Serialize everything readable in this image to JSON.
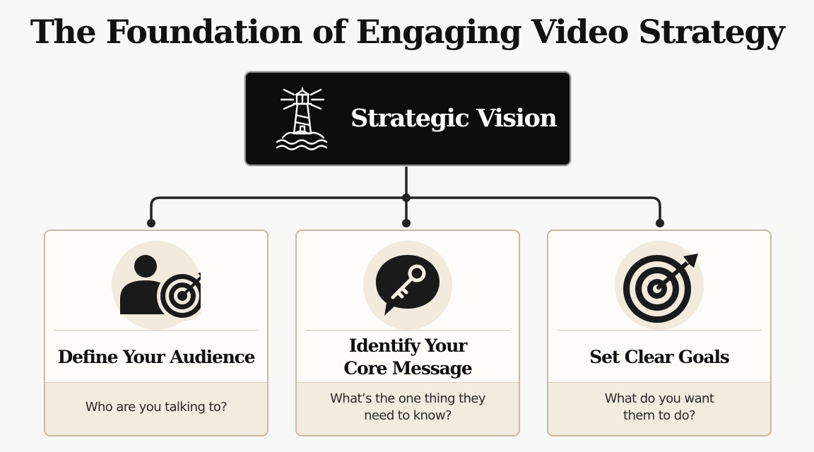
{
  "title": "The Foundation of Engaging Video Strategy",
  "vision": {
    "label": "Strategic Vision",
    "icon": "lighthouse-icon"
  },
  "cards": [
    {
      "title": "Define Your Audience",
      "subtitle": "Who are you talking to?",
      "icon": "person-target-icon"
    },
    {
      "title": "Identify Your\nCore Message",
      "subtitle": "What’s the one thing they\nneed to know?",
      "icon": "key-speech-bubble-icon"
    },
    {
      "title": "Set Clear Goals",
      "subtitle": "What do you want\nthem to do?",
      "icon": "target-arrow-icon"
    }
  ],
  "colors": {
    "background": "#f8f8f7",
    "vision_fill": "#0c0c0c",
    "card_fill": "#fdfcf8",
    "card_border": "#cbb9a2",
    "footer_fill": "#f2ebdf",
    "icon_circle": "#f1eadd",
    "ink": "#111111"
  }
}
